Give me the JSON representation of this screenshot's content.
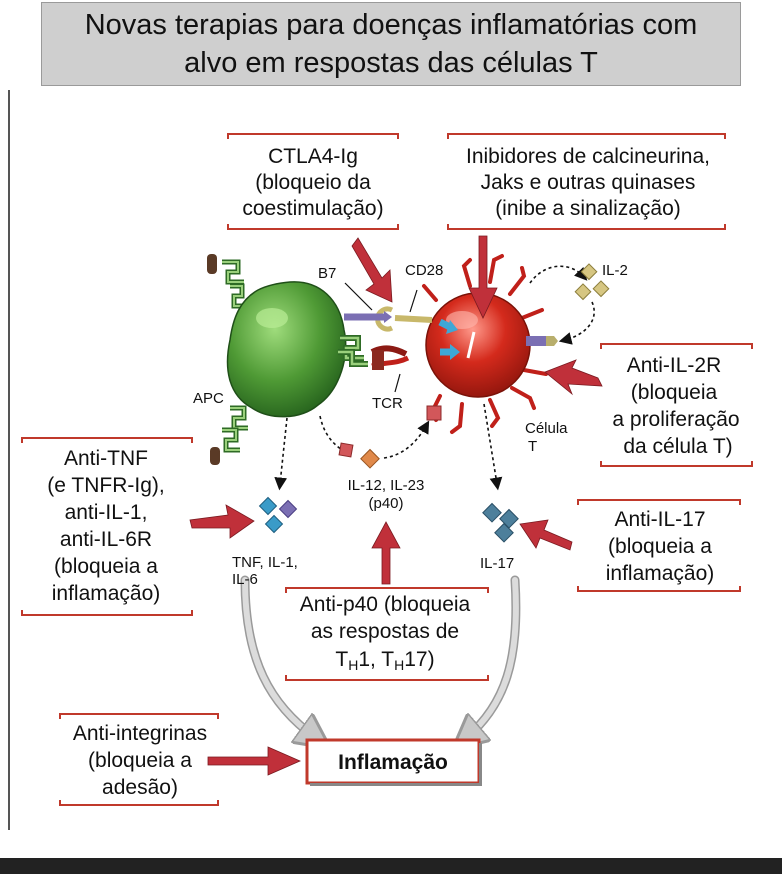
{
  "title": {
    "line1": "Novas terapias para doenças inflamatórias com",
    "line2": "alvo em respostas das células T"
  },
  "boxes": {
    "ctla4": [
      "CTLA4-Ig",
      "(bloqueio da",
      "coestimulação)"
    ],
    "inhibitors": [
      "Inibidores de calcineurina,",
      "Jaks e outras quinases",
      "(inibe a sinalização)"
    ],
    "anti_il2r": [
      "Anti-IL-2R",
      "(bloqueia",
      "a proliferação",
      "da célula T)"
    ],
    "anti_tnf": [
      "Anti-TNF",
      "(e TNFR-Ig),",
      "anti-IL-1,",
      "anti-IL-6R",
      "(bloqueia a",
      "inflamação)"
    ],
    "anti_il17": [
      "Anti-IL-17",
      "(bloqueia a",
      "inflamação)"
    ],
    "anti_p40": [
      "Anti-p40 (bloqueia",
      "as respostas de"
    ],
    "anti_integrin": [
      "Anti-integrinas",
      "(bloqueia a",
      "adesão)"
    ]
  },
  "th_line": {
    "t1": "T",
    "s1": "H",
    "mid": "1, T",
    "s2": "H",
    "end": "17)"
  },
  "labels": {
    "b7": "B7",
    "cd28": "CD28",
    "il2": "IL-2",
    "apc": "APC",
    "tcr": "TCR",
    "cell_t_1": "Célula",
    "cell_t_2": "T",
    "tnf_1": "TNF, IL-1,",
    "tnf_2": "IL-6",
    "il12_1": "IL-12, IL-23",
    "il12_2": "(p40)",
    "il17": "IL-17",
    "inflammation": "Inflamação"
  },
  "colors": {
    "title_bg": "#cfcfcf",
    "bracket": "#c0392b",
    "arrow_red": "#c0303a",
    "apc_green": "#4f9a35",
    "t_cell_red": "#d42a1c",
    "grey_arrow": "#c8c8c8"
  }
}
